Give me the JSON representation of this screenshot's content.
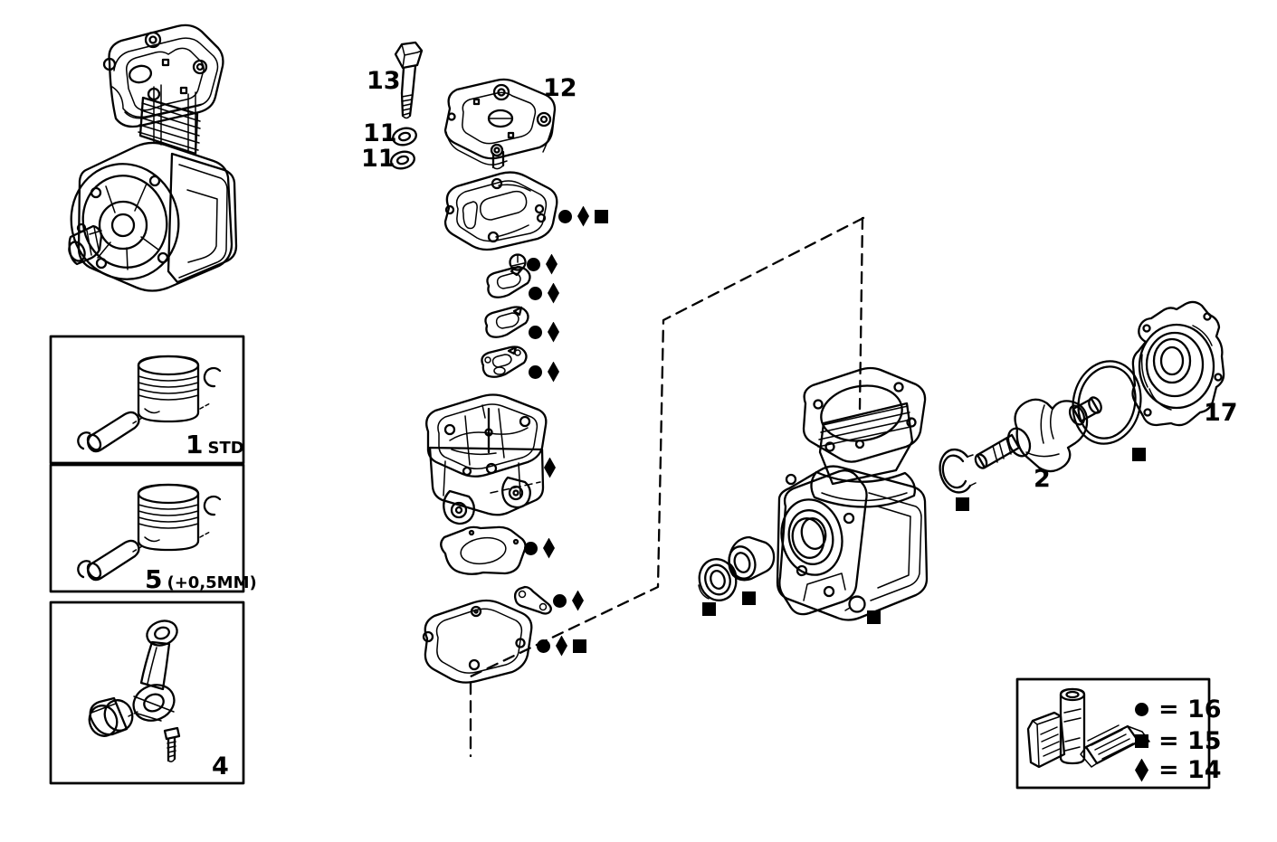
{
  "document": {
    "type": "exploded-parts-diagram",
    "subject": "air compressor"
  },
  "colors": {
    "ink": "#000000",
    "paper": "#ffffff"
  },
  "part_labels": {
    "bolt": "13",
    "washer_top": "11",
    "washer_bottom": "11",
    "head_cover": "12",
    "crankshaft": "2",
    "end_cover": "17",
    "conrod_kit": "4",
    "piston_kit_std_num": "1",
    "piston_kit_std_size": "STD",
    "piston_kit_os_num": "5",
    "piston_kit_os_size": "(+0,5MM)"
  },
  "legend": {
    "rows": [
      {
        "symbols": [
          "circle"
        ],
        "text": "= 16"
      },
      {
        "symbols": [
          "square"
        ],
        "text": "= 15"
      },
      {
        "symbols": [
          "diamond"
        ],
        "text": "= 14"
      }
    ]
  },
  "markers": {
    "head_gasket": [
      "circle",
      "diamond",
      "square"
    ],
    "valve_seat": [
      "circle",
      "diamond"
    ],
    "valve_plate_1": [
      "circle",
      "diamond"
    ],
    "valve_plate_2": [
      "circle",
      "diamond"
    ],
    "valve_plate_3": [
      "circle",
      "diamond"
    ],
    "cylinder_head": [
      "diamond"
    ],
    "middle_gasket": [
      "circle",
      "diamond"
    ],
    "reed_valve": [
      "circle",
      "diamond"
    ],
    "base_gasket": [
      "circle",
      "diamond",
      "square"
    ],
    "bearing_left": [
      "square"
    ],
    "bearing_right": [
      "square"
    ],
    "plug": [
      "square"
    ],
    "snap_ring": [
      "square"
    ],
    "o_ring": [
      "square"
    ]
  }
}
